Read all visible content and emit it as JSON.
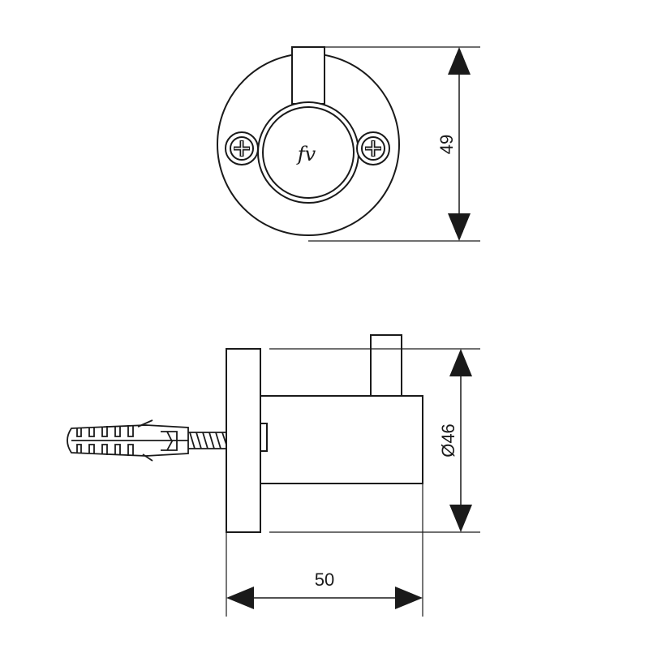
{
  "dimensions": {
    "top_view_height": "49",
    "side_view_diameter": "Ø46",
    "side_view_length": "50"
  },
  "logo": {
    "text": "fv"
  },
  "colors": {
    "line": "#1a1a1a",
    "background": "#ffffff"
  }
}
